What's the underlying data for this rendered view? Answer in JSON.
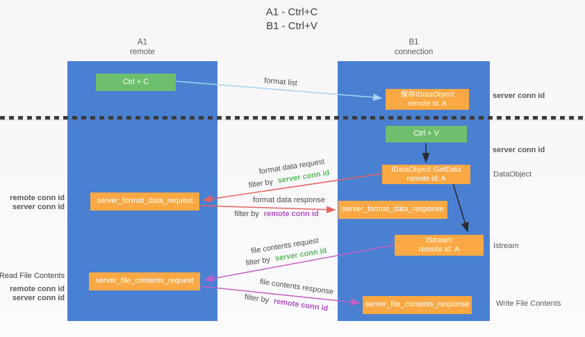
{
  "title": {
    "line1": "A1 - Ctrl+C",
    "line2": "B1 - Ctrl+V"
  },
  "columns": {
    "left": {
      "name": "A1",
      "role": "remote"
    },
    "right": {
      "name": "B1",
      "role": "connection"
    }
  },
  "boxes": {
    "ctrl_c": {
      "label": "Ctrl + C"
    },
    "save_object": {
      "line1": "保存IDataObject",
      "line2": "remote id: A"
    },
    "ctrl_v": {
      "label": "Ctrl + V"
    },
    "getdata": {
      "line1": "IDataObject::GetData",
      "line2": "remote id: A"
    },
    "format_request": {
      "label": "server_format_data_request"
    },
    "format_response": {
      "label": "server_format_data_response"
    },
    "istream": {
      "line1": "IStream",
      "line2": "remote id: A"
    },
    "file_request": {
      "label": "server_file_contents_request"
    },
    "file_response": {
      "label": "server_file_contents_response"
    }
  },
  "flow_labels": {
    "format_list": "format list",
    "format_data_request": "format data request",
    "format_data_response": "format data response",
    "file_contents_request": "file contents request",
    "file_contents_response": "file contents response",
    "filter_by": "filter by",
    "server_conn_id": "server conn id",
    "remote_conn_id": "remote conn id"
  },
  "side_labels": {
    "server_conn_id": "server conn id",
    "remote_conn_id": "remote conn id",
    "data_object": "DataObject",
    "istream": "Istream",
    "read_file_contents": "Read File Contents",
    "write_file_contents": "Write File Contents"
  },
  "colors": {
    "column_blue": "#4a80d2",
    "box_green": "#6ebf6d",
    "box_orange": "#f9a843",
    "arrow_light_blue": "#a6d4f0",
    "arrow_red": "#e8625f",
    "arrow_magenta": "#c75fc5",
    "arrow_black": "#2b2b2b",
    "text_green": "#5cb85c",
    "text_purple": "#b050c8",
    "text_gray": "#595959"
  }
}
